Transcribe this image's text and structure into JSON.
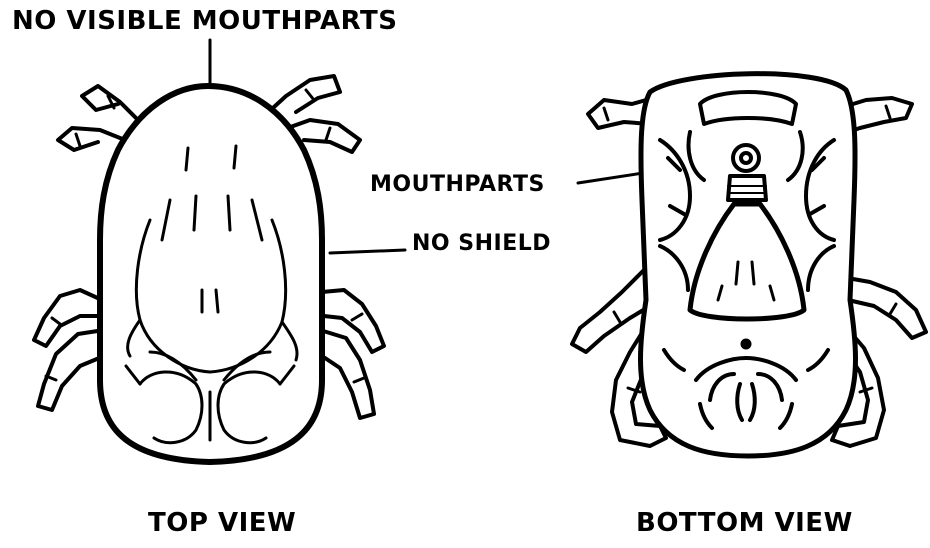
{
  "labels": {
    "no_visible_mouthparts": "NO VISIBLE MOUTHPARTS",
    "mouthparts": "MOUTHPARTS",
    "no_shield": "NO SHIELD",
    "top_view": "TOP VIEW",
    "bottom_view": "BOTTOM VIEW"
  },
  "colors": {
    "ink": "#000000",
    "paper": "#ffffff"
  }
}
